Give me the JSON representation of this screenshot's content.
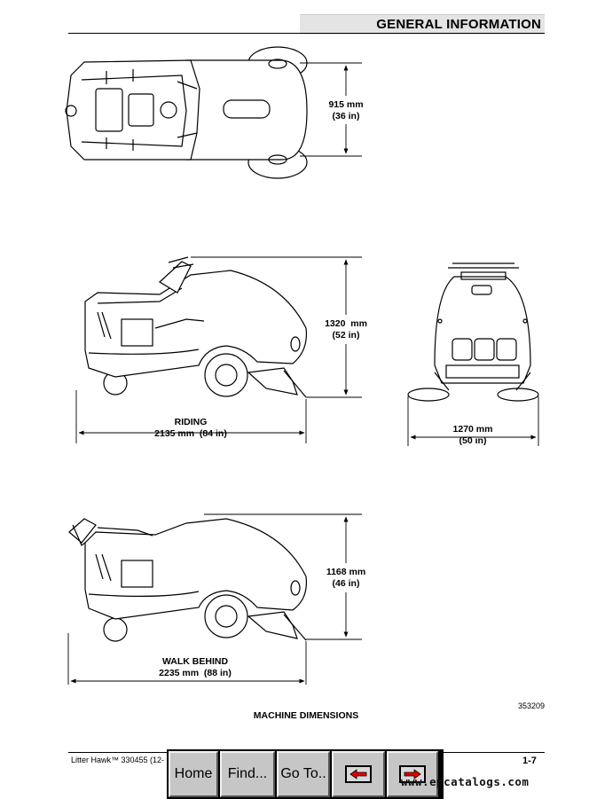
{
  "header": {
    "title": "GENERAL INFORMATION"
  },
  "views": {
    "top": {
      "dim_mm": "915 mm",
      "dim_in": "(36 in)"
    },
    "riding": {
      "height_mm": "1320  mm",
      "height_in": "(52 in)",
      "label": "RIDING",
      "length": "2135 mm  (84 in)"
    },
    "front": {
      "width_mm": "1270 mm",
      "width_in": "(50 in)"
    },
    "walk_behind": {
      "height_mm": "1168 mm",
      "height_in": "(46 in)",
      "label": "WALK BEHIND",
      "length": "2235 mm  (88 in)"
    }
  },
  "figure": {
    "number": "353209",
    "caption": "MACHINE DIMENSIONS"
  },
  "footer": {
    "left": "Litter Hawk™  330455 (12-",
    "page": "1-7",
    "watermark": "www.epcatalogs.com"
  },
  "nav": {
    "home": "Home",
    "find": "Find...",
    "goto": "Go To..",
    "back_icon": "red-arrow-left-icon",
    "forward_icon": "red-arrow-right-icon",
    "arrow_color": "#e00000"
  }
}
